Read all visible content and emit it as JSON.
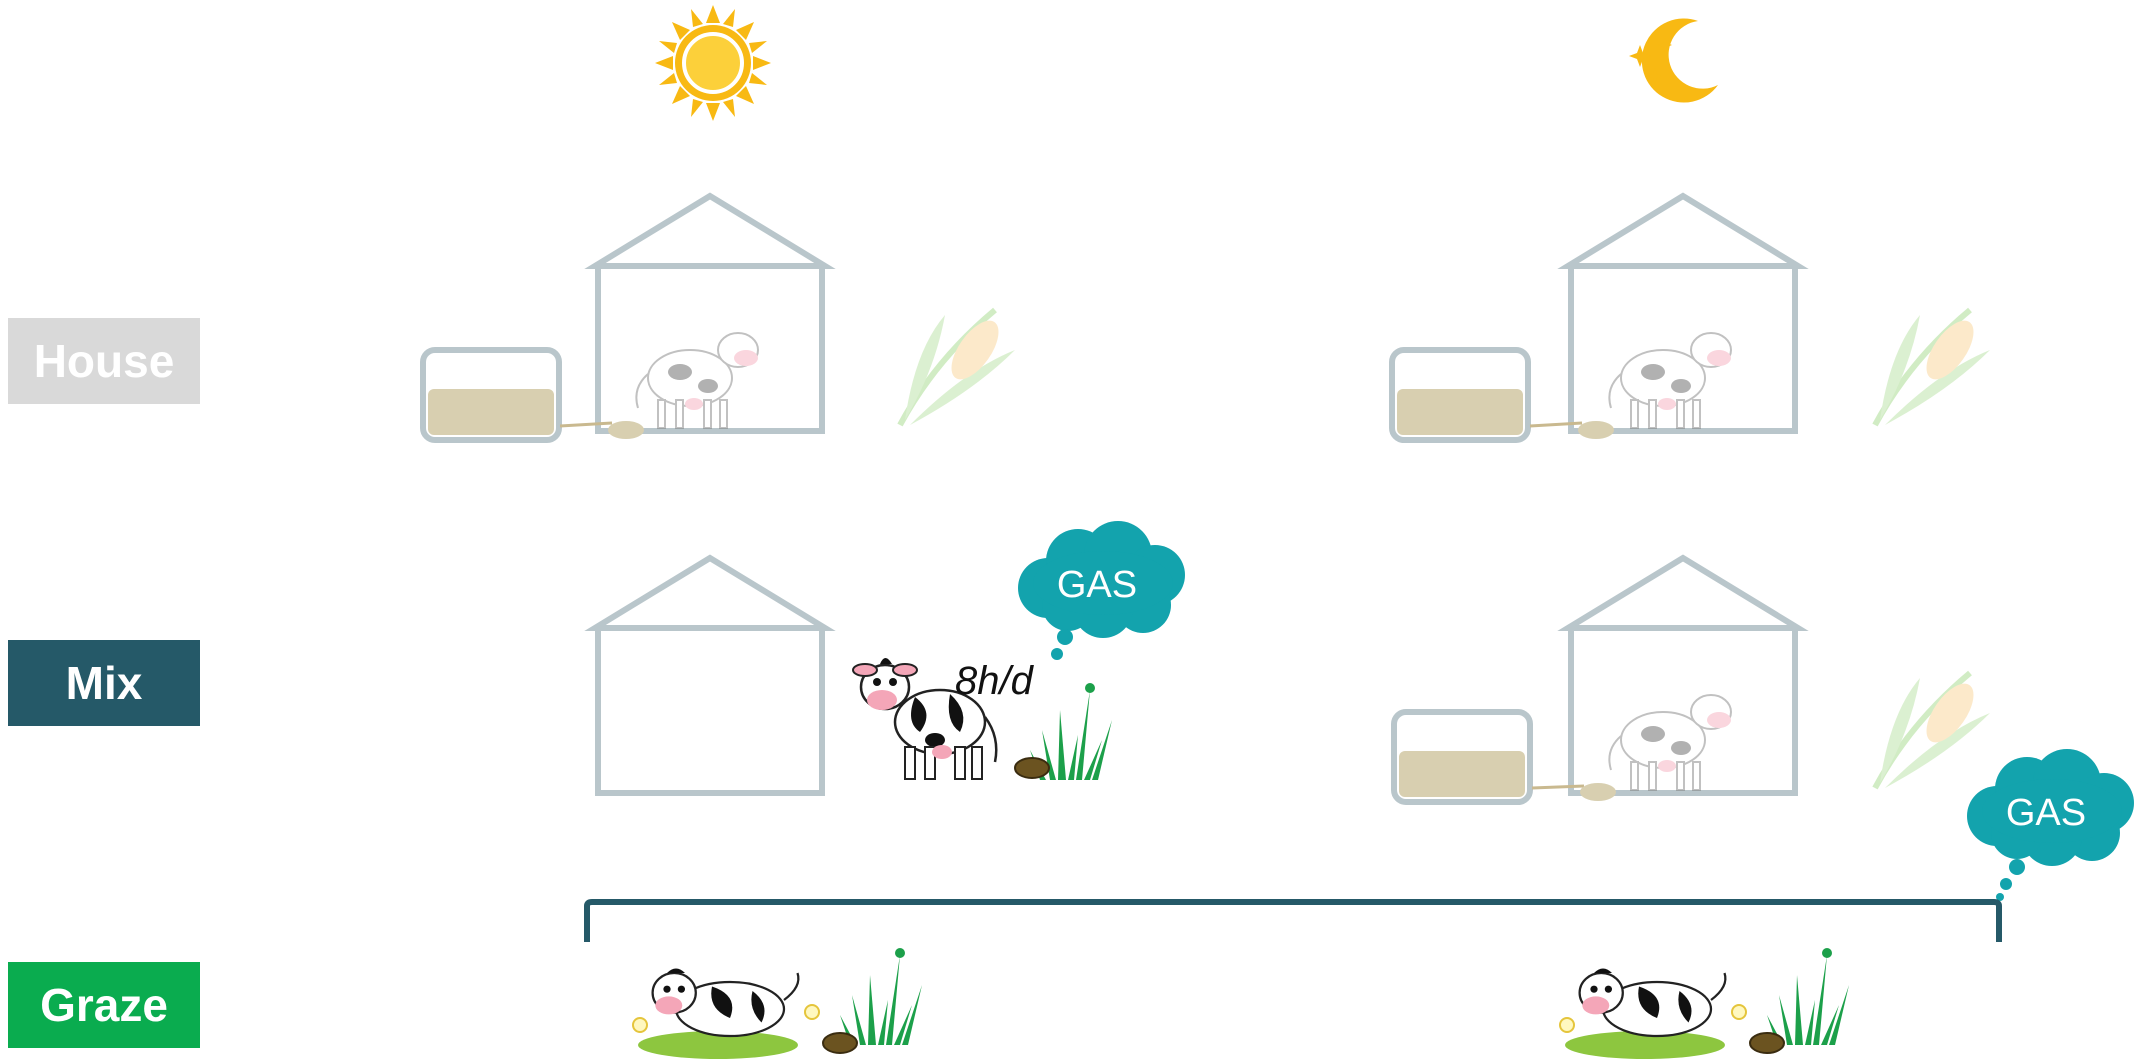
{
  "rows": [
    {
      "key": "house",
      "label": "House",
      "color": "#d9d9d9"
    },
    {
      "key": "mix",
      "label": "Mix",
      "color": "#255968"
    },
    {
      "key": "graze",
      "label": "Graze",
      "color": "#0aac4f"
    }
  ],
  "annotations": {
    "gas_mix": "GAS",
    "gas_graze": "GAS",
    "mix_grazing_duration": "8h/d"
  },
  "icons": {
    "day": "sun-icon",
    "night": "moon-icon"
  },
  "colors": {
    "house_outline": "#b9c6cb",
    "manure_tank": "#d8cfb0",
    "gas_cloud": "#13a3ad",
    "bracket": "#255968",
    "sun": "#f8b913",
    "moon": "#f8b913"
  }
}
